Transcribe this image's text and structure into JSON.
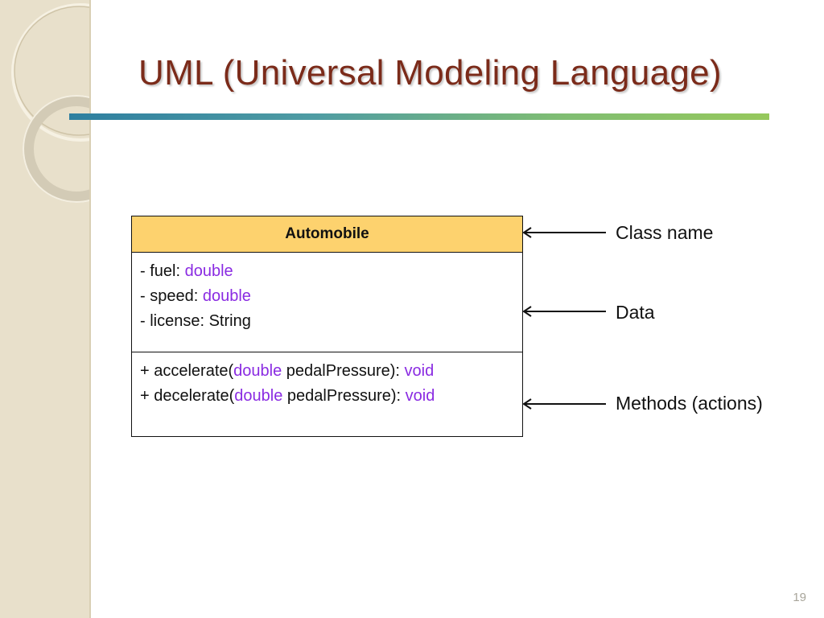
{
  "slide": {
    "title": "UML (Universal Modeling Language)",
    "page_number": "19"
  },
  "uml_class": {
    "name": "Automobile",
    "attributes": [
      {
        "prefix": "- fuel: ",
        "type": "double",
        "type_is_keyword": true
      },
      {
        "prefix": "- speed: ",
        "type": "double",
        "type_is_keyword": true
      },
      {
        "prefix": "- license: ",
        "type": "String",
        "type_is_keyword": false
      }
    ],
    "methods": [
      {
        "prefix": "+ accelerate(",
        "param_type": "double",
        "param_rest": " pedalPressure): ",
        "return_type": "void"
      },
      {
        "prefix": "+ decelerate(",
        "param_type": "double",
        "param_rest": " pedalPressure): ",
        "return_type": "void"
      }
    ]
  },
  "annotations": {
    "class_name": "Class name",
    "data": "Data",
    "methods": "Methods (actions)"
  },
  "colors": {
    "title": "#7b2b1a",
    "header_fill": "#fdd26e",
    "keyword": "#8a2be2",
    "sidebar": "#e8e0cb",
    "rule_start": "#2e7fa0",
    "rule_end": "#96c85c"
  }
}
